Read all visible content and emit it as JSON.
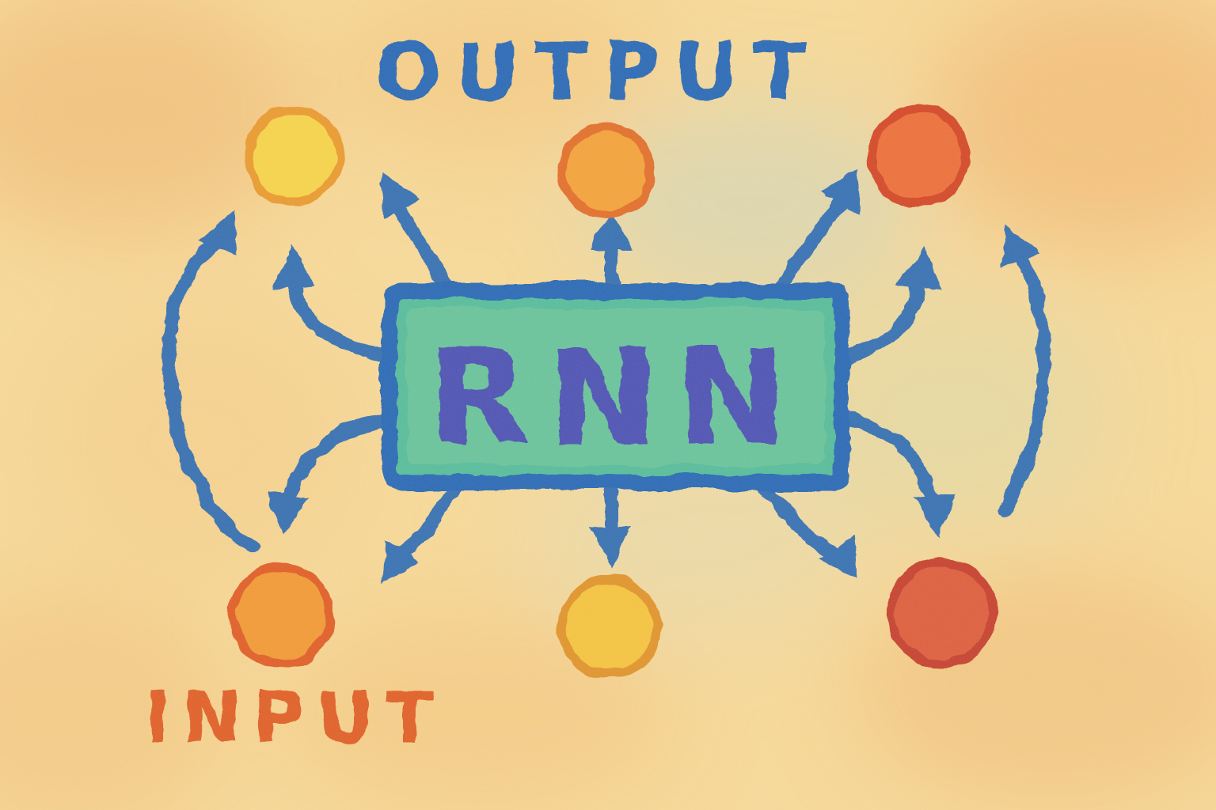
{
  "diagram": {
    "output_label": "OUTPUT",
    "input_label": "INPUT",
    "box_label": "RNN"
  },
  "colors": {
    "background": "#f7da9b",
    "arrow": "#2e6db6",
    "box_fill": "#56bd9d",
    "box_inner": "#7fcb9e",
    "box_border": "#2a6ab8",
    "box_text": "#4d52b6",
    "output_text": "#2a6ab8",
    "input_text": "#e0612b"
  },
  "output_nodes": [
    {
      "id": "output-node-left",
      "fill": "#f6d44d",
      "stroke": "#e99b32"
    },
    {
      "id": "output-node-center",
      "fill": "#f3a33c",
      "stroke": "#e2702e"
    },
    {
      "id": "output-node-right",
      "fill": "#ec6f3d",
      "stroke": "#d34a2a"
    }
  ],
  "input_nodes": [
    {
      "id": "input-node-left",
      "fill": "#f19a37",
      "stroke": "#e05e29"
    },
    {
      "id": "input-node-center",
      "fill": "#f4c443",
      "stroke": "#e0952e"
    },
    {
      "id": "input-node-right",
      "fill": "#dd5f40",
      "stroke": "#c64233"
    }
  ]
}
